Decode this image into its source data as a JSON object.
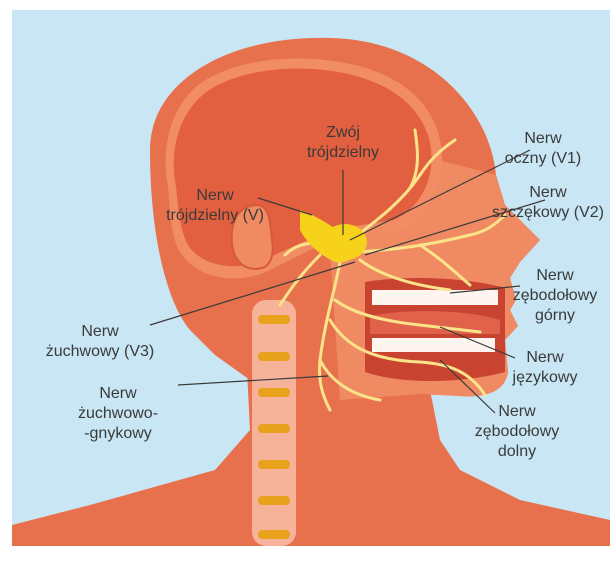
{
  "colors": {
    "background": "#c8e6f4",
    "skin_dark": "#e8714d",
    "skin_mid": "#ef8a62",
    "brain": "#e2603f",
    "brain_outline": "#f28c65",
    "spine": "#f7b39a",
    "spine_marker": "#e8a21c",
    "nerve": "#fbe38a",
    "ganglion": "#f6d21b",
    "teeth": "#fff5f0",
    "leader_line": "#3a3a3a",
    "label_text": "#3a3a3a"
  },
  "labels": {
    "trigeminal_ganglion": [
      "Zwój",
      "trójdzielny"
    ],
    "trigeminal_nerve": [
      "Nerw",
      "trójdzielny (V)"
    ],
    "ophthalmic_nerve": [
      "Nerw",
      "oczny (V1)"
    ],
    "maxillary_nerve": [
      "Nerw",
      "szczękowy (V2)"
    ],
    "upper_alveolar_nerve": [
      "Nerw",
      "zębodołowy",
      "górny"
    ],
    "mandibular_nerve": [
      "Nerw",
      "żuchwowy (V3)"
    ],
    "lingual_nerve": [
      "Nerw",
      "językowy"
    ],
    "mylohyoid_nerve": [
      "Nerw",
      "żuchwowo-",
      "-gnykowy"
    ],
    "lower_alveolar_nerve": [
      "Nerw",
      "zębodołowy",
      "dolny"
    ]
  }
}
